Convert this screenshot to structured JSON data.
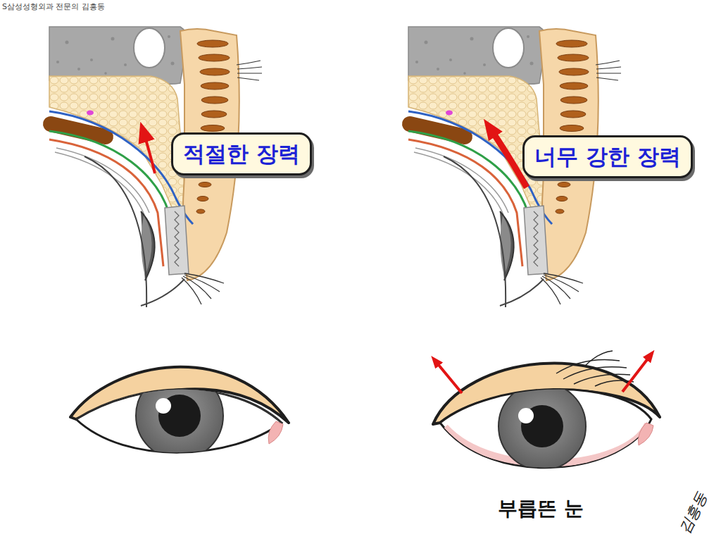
{
  "diagram": {
    "nodes": [
      {
        "text": [
          "적절한 장력"
        ]
      },
      {
        "text": [
          "너무 강한 장력"
        ]
      }
    ],
    "labels": [
      "S삼성성형외과 전문의 김흥동",
      "부릅뜬 눈",
      "김흥동"
    ]
  }
}
